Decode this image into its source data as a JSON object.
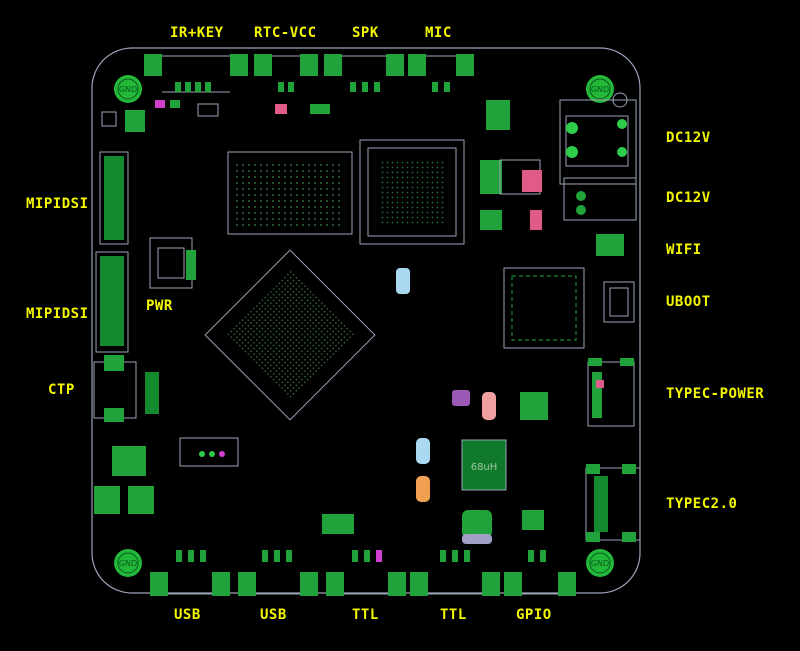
{
  "labels": {
    "ir_key": "IR+KEY",
    "rtc_vcc": "RTC-VCC",
    "spk": "SPK",
    "mic": "MIC",
    "dc12v_1": "DC12V",
    "dc12v_2": "DC12V",
    "wifi": "WIFI",
    "uboot": "UBOOT",
    "typec_power": "TYPEC-POWER",
    "typec20": "TYPEC2.0",
    "mipidsi_1": "MIPIDSI",
    "mipidsi_2": "MIPIDSI",
    "ctp": "CTP",
    "pwr": "PWR",
    "usb_1": "USB",
    "usb_2": "USB",
    "ttl_1": "TTL",
    "ttl_2": "TTL",
    "gpio": "GPIO"
  },
  "mount_hole_text": "GND",
  "inductor_text": "68uH",
  "colors": {
    "background": "#000000",
    "label": "#f3f700",
    "outline": "#9aa3b8",
    "pad": "#1fa33a",
    "pad_light": "#2ecc4a",
    "highlight_pink": "#e05a8a",
    "highlight_magenta": "#d13fd1",
    "highlight_cyan": "#a9d8f0",
    "highlight_orange": "#f0a050"
  }
}
